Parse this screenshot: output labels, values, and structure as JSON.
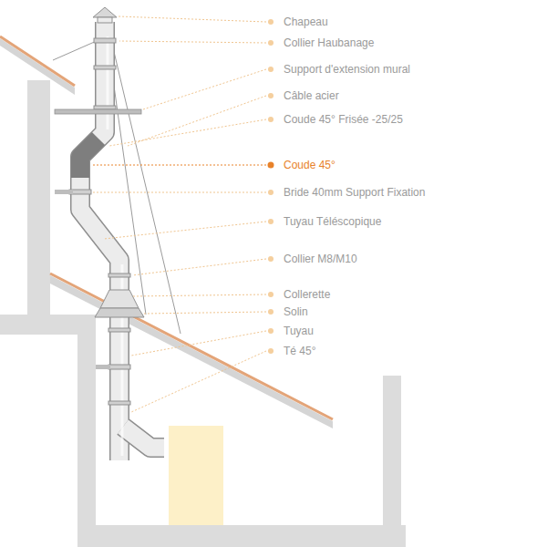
{
  "diagram": {
    "labels": [
      "Chapeau",
      "Collier Haubanage",
      "Support d'extension mural",
      "Câble acier",
      "Coude 45° Frisée -25/25",
      "Coude 45°",
      "Bride 40mm Support Fixation",
      "Tuyau Téléscopique",
      "Collier M8/M10",
      "Collerette",
      "Solin",
      "Tuyau",
      "Té 45°"
    ]
  }
}
